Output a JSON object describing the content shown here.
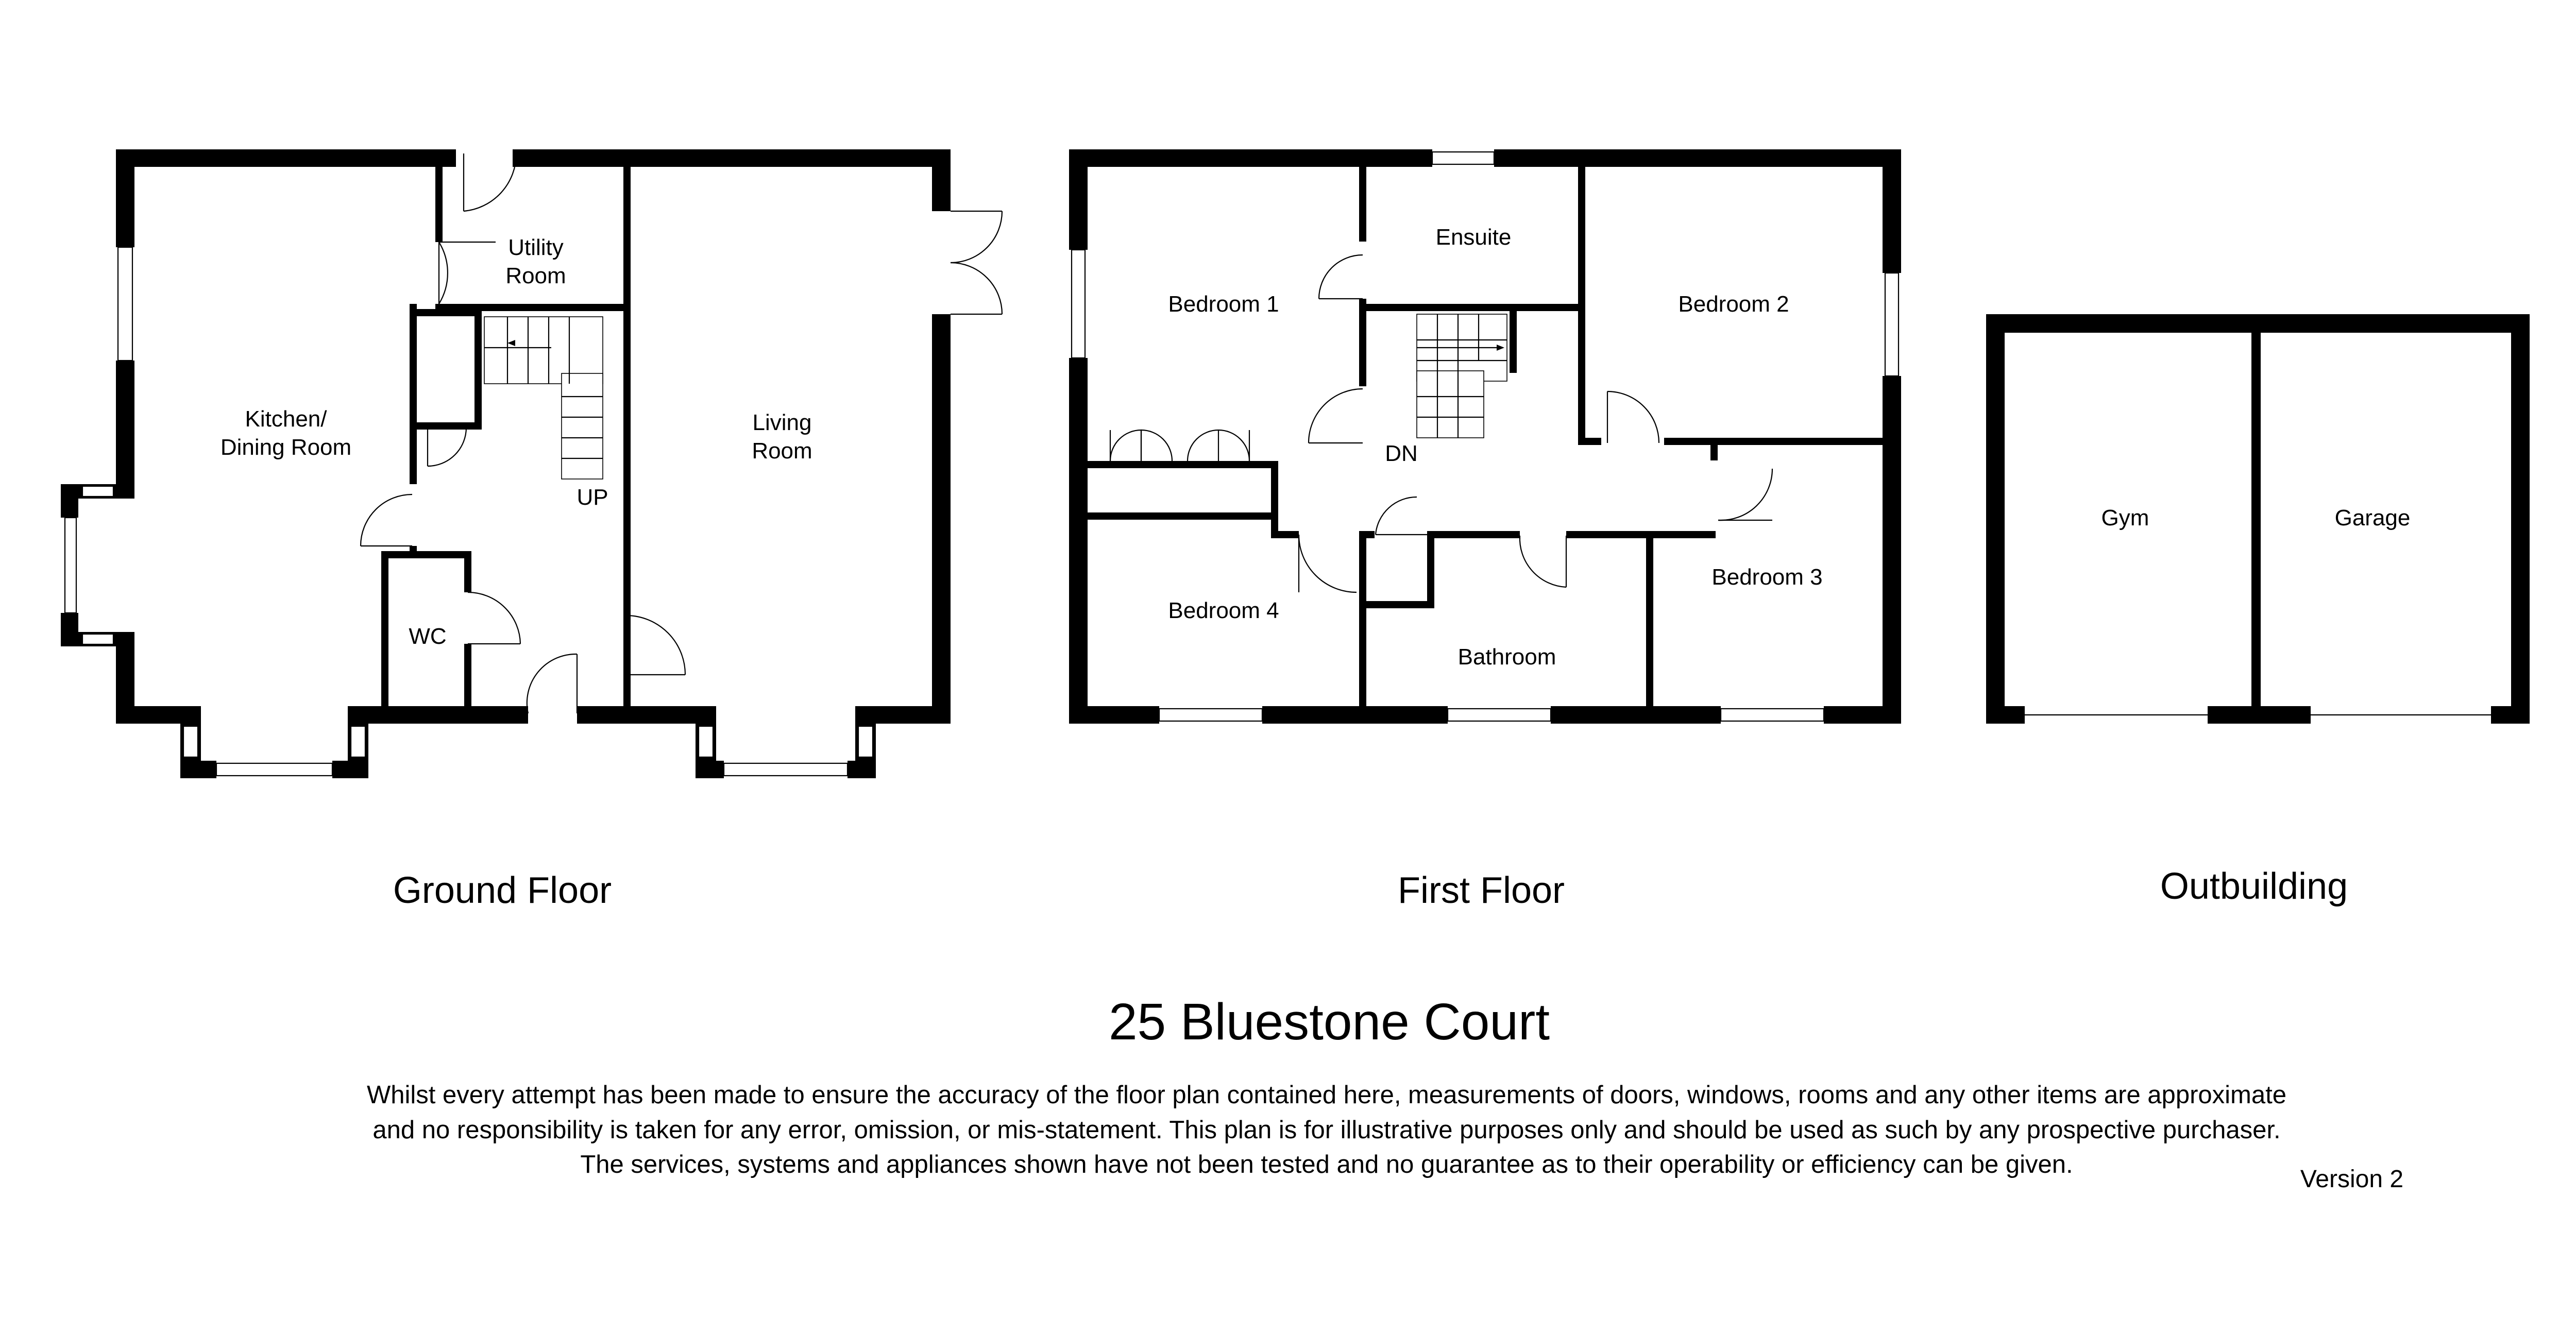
{
  "ground_floor": {
    "label": "Ground Floor",
    "rooms": {
      "utility_line1": "Utility",
      "utility_line2": "Room",
      "kitchen_line1": "Kitchen/",
      "kitchen_line2": "Dining Room",
      "living_line1": "Living",
      "living_line2": "Room",
      "wc": "WC",
      "stairs_up": "UP"
    }
  },
  "first_floor": {
    "label": "First Floor",
    "rooms": {
      "ensuite": "Ensuite",
      "bedroom1": "Bedroom 1",
      "bedroom2": "Bedroom 2",
      "bedroom3": "Bedroom 3",
      "bedroom4": "Bedroom 4",
      "bathroom": "Bathroom",
      "stairs_down": "DN"
    }
  },
  "outbuilding": {
    "label": "Outbuilding",
    "rooms": {
      "gym": "Gym",
      "garage": "Garage"
    }
  },
  "title": "25 Bluestone Court",
  "disclaimer": {
    "line1": "Whilst every attempt has been made to ensure the accuracy of the floor plan contained here, measurements of doors, windows, rooms and any other items are approximate",
    "line2": "and no responsibility is taken for any error, omission, or mis-statement. This plan is for illustrative purposes only and should be used as such by any prospective purchaser.",
    "line3": "The services, systems and appliances shown have not been tested and no guarantee as to their operability or efficiency can be given."
  },
  "version": "Version 2",
  "colors": {
    "wall": "#000000",
    "background": "#ffffff"
  }
}
